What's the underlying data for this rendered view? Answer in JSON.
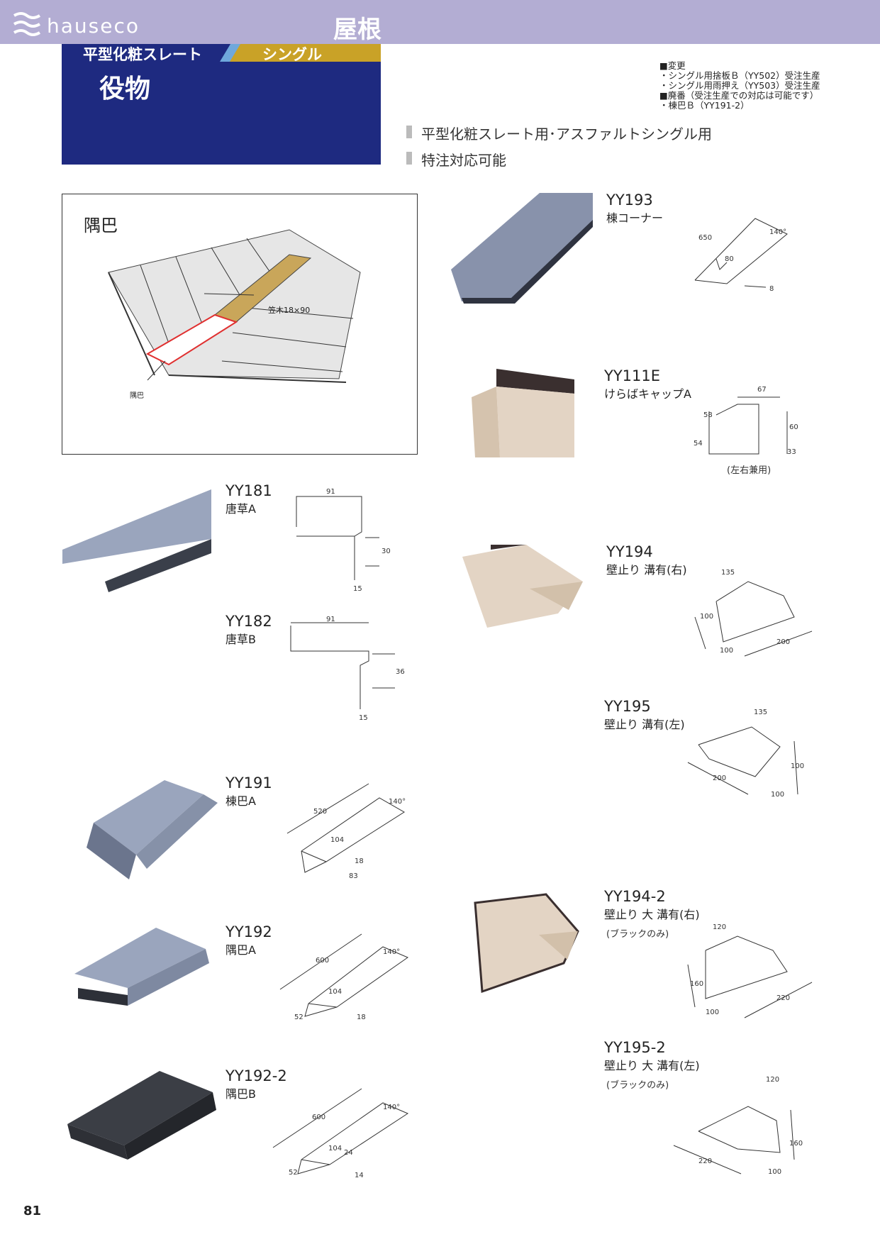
{
  "header": {
    "brand": "hauseco",
    "category": "屋根",
    "tag_left": "平型化粧スレート",
    "tag_right": "シングル",
    "title": "役物"
  },
  "notes": [
    "■変更",
    "・シングル用捨板Ｂ（YY502）受注生産",
    "・シングル用雨押え（YY503）受注生産",
    "■廃番（受注生産での対応は可能です）",
    "・棟巴Ｂ（YY191-2）"
  ],
  "bullets": [
    "平型化粧スレート用･アスファルトシングル用",
    "特注対応可能"
  ],
  "diagram": {
    "title": "隅巴",
    "label_batten": "笠木18×90",
    "label_part": "隅巴"
  },
  "products": [
    {
      "code": "YY181",
      "name": "唐草A",
      "dims": [
        "91",
        "30",
        "15"
      ]
    },
    {
      "code": "YY182",
      "name": "唐草B",
      "dims": [
        "91",
        "36",
        "15"
      ]
    },
    {
      "code": "YY191",
      "name": "棟巴A",
      "dims": [
        "520",
        "140°",
        "104",
        "18",
        "83"
      ]
    },
    {
      "code": "YY192",
      "name": "隅巴A",
      "dims": [
        "600",
        "140°",
        "104",
        "18",
        "52"
      ]
    },
    {
      "code": "YY192-2",
      "name": "隅巴B",
      "dims": [
        "600",
        "140°",
        "104",
        "24",
        "14",
        "52"
      ]
    },
    {
      "code": "YY193",
      "name": "棟コーナー",
      "dims": [
        "650",
        "140°",
        "80",
        "8"
      ]
    },
    {
      "code": "YY111E",
      "name": "けらばキャップA",
      "dims": [
        "67",
        "58",
        "60",
        "54",
        "33"
      ],
      "note": "(左右兼用)"
    },
    {
      "code": "YY194",
      "name": "壁止り 溝有(右)",
      "dims": [
        "135",
        "100",
        "200",
        "100"
      ]
    },
    {
      "code": "YY195",
      "name": "壁止り 溝有(左)",
      "dims": [
        "135",
        "100",
        "200",
        "100"
      ]
    },
    {
      "code": "YY194-2",
      "name": "壁止り 大 溝有(右)",
      "sub": "(ブラックのみ)",
      "dims": [
        "120",
        "160",
        "220",
        "100"
      ]
    },
    {
      "code": "YY195-2",
      "name": "壁止り 大 溝有(左)",
      "sub": "(ブラックのみ)",
      "dims": [
        "120",
        "160",
        "220",
        "100"
      ]
    }
  ],
  "page_number": "81",
  "colors": {
    "header_bar": "#b3add3",
    "title_block": "#1e2a80",
    "tag_gold": "#c9a227"
  }
}
